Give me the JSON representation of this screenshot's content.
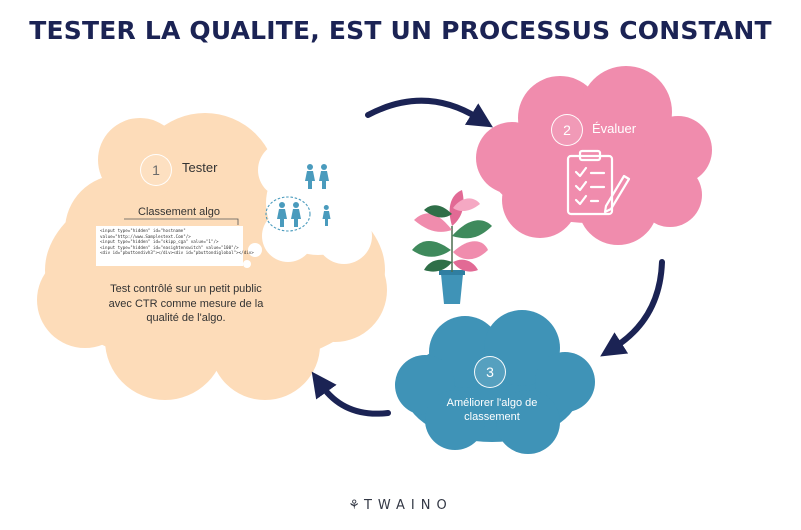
{
  "title": "TESTER LA QUALITE, EST UN PROCESSUS CONSTANT",
  "steps": [
    {
      "number": "1",
      "label": "Tester"
    },
    {
      "number": "2",
      "label": "Évaluer"
    },
    {
      "number": "3",
      "label": "Améliorer l'algo de classement"
    }
  ],
  "step1": {
    "sub_label": "Classement algo",
    "code_lines": [
      "<input type=\"hidden\" id=\"hostname\"",
      "value=\"http://www.Samplestext.Com\"/>",
      "<input type=\"hidden\" id=\"skipp_cga\" value=\"1\"/>",
      "<input type=\"hidden\" id=\"easightenswitch\" value=\"100\"/>",
      "<div id=\"pbuttondivh3\"></div><div id=\"pbuttondiglobal\"></div>"
    ],
    "description_lines": [
      "Test contrôlé sur un petit public",
      "avec CTR comme mesure de la",
      "qualité de l'algo."
    ]
  },
  "step3_lines": [
    "Améliorer l'algo de",
    "classement"
  ],
  "brand": "TWAINO",
  "colors": {
    "title": "#1b2354",
    "arrow": "#1b2354",
    "cloud_test": "#fddcb9",
    "cloud_evaluate": "#f08cad",
    "cloud_improve": "#3f93b7",
    "people": "#4a9bbd"
  }
}
